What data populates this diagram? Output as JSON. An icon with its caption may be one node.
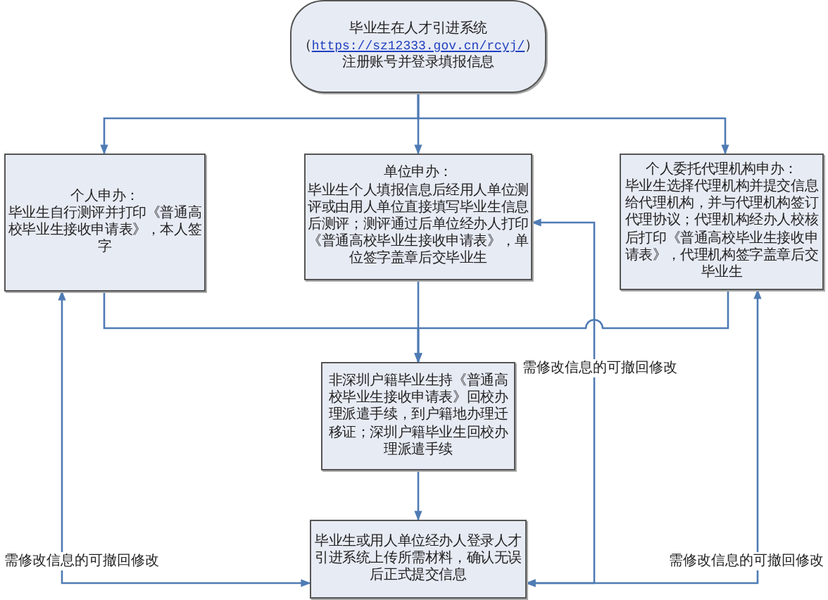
{
  "diagram": {
    "nodes": [
      {
        "text": [
          "毕业生在人才引进系统（https://sz12333.gov.cn/rcyj/）注册账号并登录填报信息"
        ]
      },
      {
        "text": [
          "个人申办：",
          "毕业生自行测评并打印《普通高校毕业生接收申请表》，本人签字"
        ]
      },
      {
        "text": [
          "单位申办：",
          "毕业生个人填报信息后经用人单位测评或由用人单位直接填写毕业生信息后测评；测评通过后单位经办人打印《普通高校毕业生接收申请表》，单位签字盖章后交毕业生"
        ]
      },
      {
        "text": [
          "个人委托代理机构申办：",
          "毕业生选择代理机构并提交信息给代理机构，并与代理机构签订代理协议；代理机构经办人校核后打印《普通高校毕业生接收申请表》，代理机构签字盖章后交毕业生"
        ]
      },
      {
        "text": [
          "非深圳户籍毕业生持《普通高校毕业生接收申请表》回校办理派遣手续，到户籍地办理迁移证；深圳户籍毕业生回校办理派遣手续"
        ]
      },
      {
        "text": [
          "毕业生或用人单位经办人登录人才引进系统上传所需材料，确认无误后正式提交信息"
        ]
      }
    ],
    "edges": [
      {
        "from": 0,
        "to": 1,
        "arrow": "to"
      },
      {
        "from": 0,
        "to": 2,
        "arrow": "to"
      },
      {
        "from": 0,
        "to": 3,
        "arrow": "to"
      },
      {
        "from": 1,
        "to": 4,
        "arrow": "to"
      },
      {
        "from": 2,
        "to": 4,
        "arrow": "to"
      },
      {
        "from": 3,
        "to": 4,
        "arrow": "to"
      },
      {
        "from": 4,
        "to": 5,
        "arrow": "to"
      },
      {
        "from": 5,
        "to": 1,
        "arrow": "both",
        "label": "需修改信息的可撤回修改"
      },
      {
        "from": 5,
        "to": 2,
        "arrow": "both",
        "label": "需修改信息的可撤回修改"
      },
      {
        "from": 5,
        "to": 3,
        "arrow": "both",
        "label": "需修改信息的可撤回修改"
      }
    ]
  }
}
